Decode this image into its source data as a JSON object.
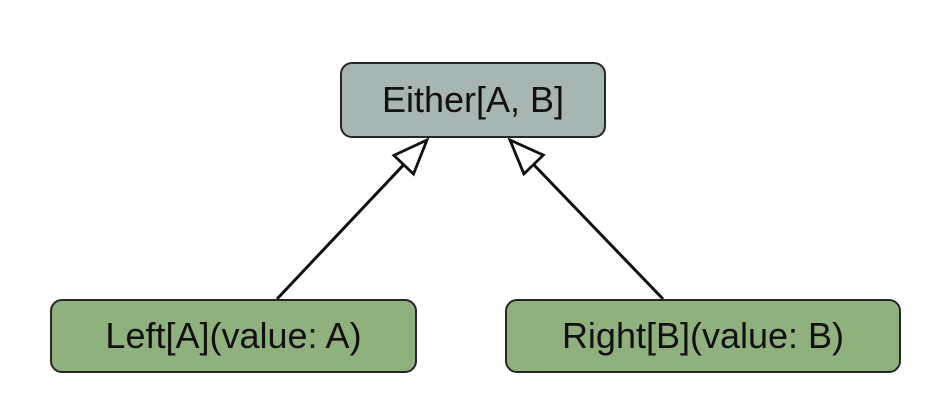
{
  "diagram": {
    "nodes": {
      "parent": {
        "label": "Either[A, B]",
        "fill": "#a7b5b3"
      },
      "left": {
        "label": "Left[A](value: A)",
        "fill": "#8fb17d"
      },
      "right": {
        "label": "Right[B](value: B)",
        "fill": "#8fb17d"
      }
    },
    "edges": [
      {
        "from": "Left[A](value: A)",
        "to": "Either[A, B]",
        "style": "inheritance-hollow-triangle"
      },
      {
        "from": "Right[B](value: B)",
        "to": "Either[A, B]",
        "style": "inheritance-hollow-triangle"
      }
    ],
    "colors": {
      "background": "#ffffff",
      "node_border": "#262626",
      "edge_stroke": "#111111",
      "arrowhead_fill": "#ffffff",
      "text": "#111111"
    }
  }
}
